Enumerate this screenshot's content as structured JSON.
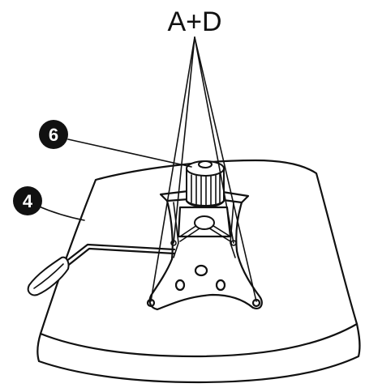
{
  "labels": {
    "top_label": "A+D",
    "callout_6": "6",
    "callout_4": "4"
  },
  "colors": {
    "line": "#111111",
    "badge_fill": "#111111",
    "badge_text": "#ffffff",
    "background": "#ffffff"
  }
}
